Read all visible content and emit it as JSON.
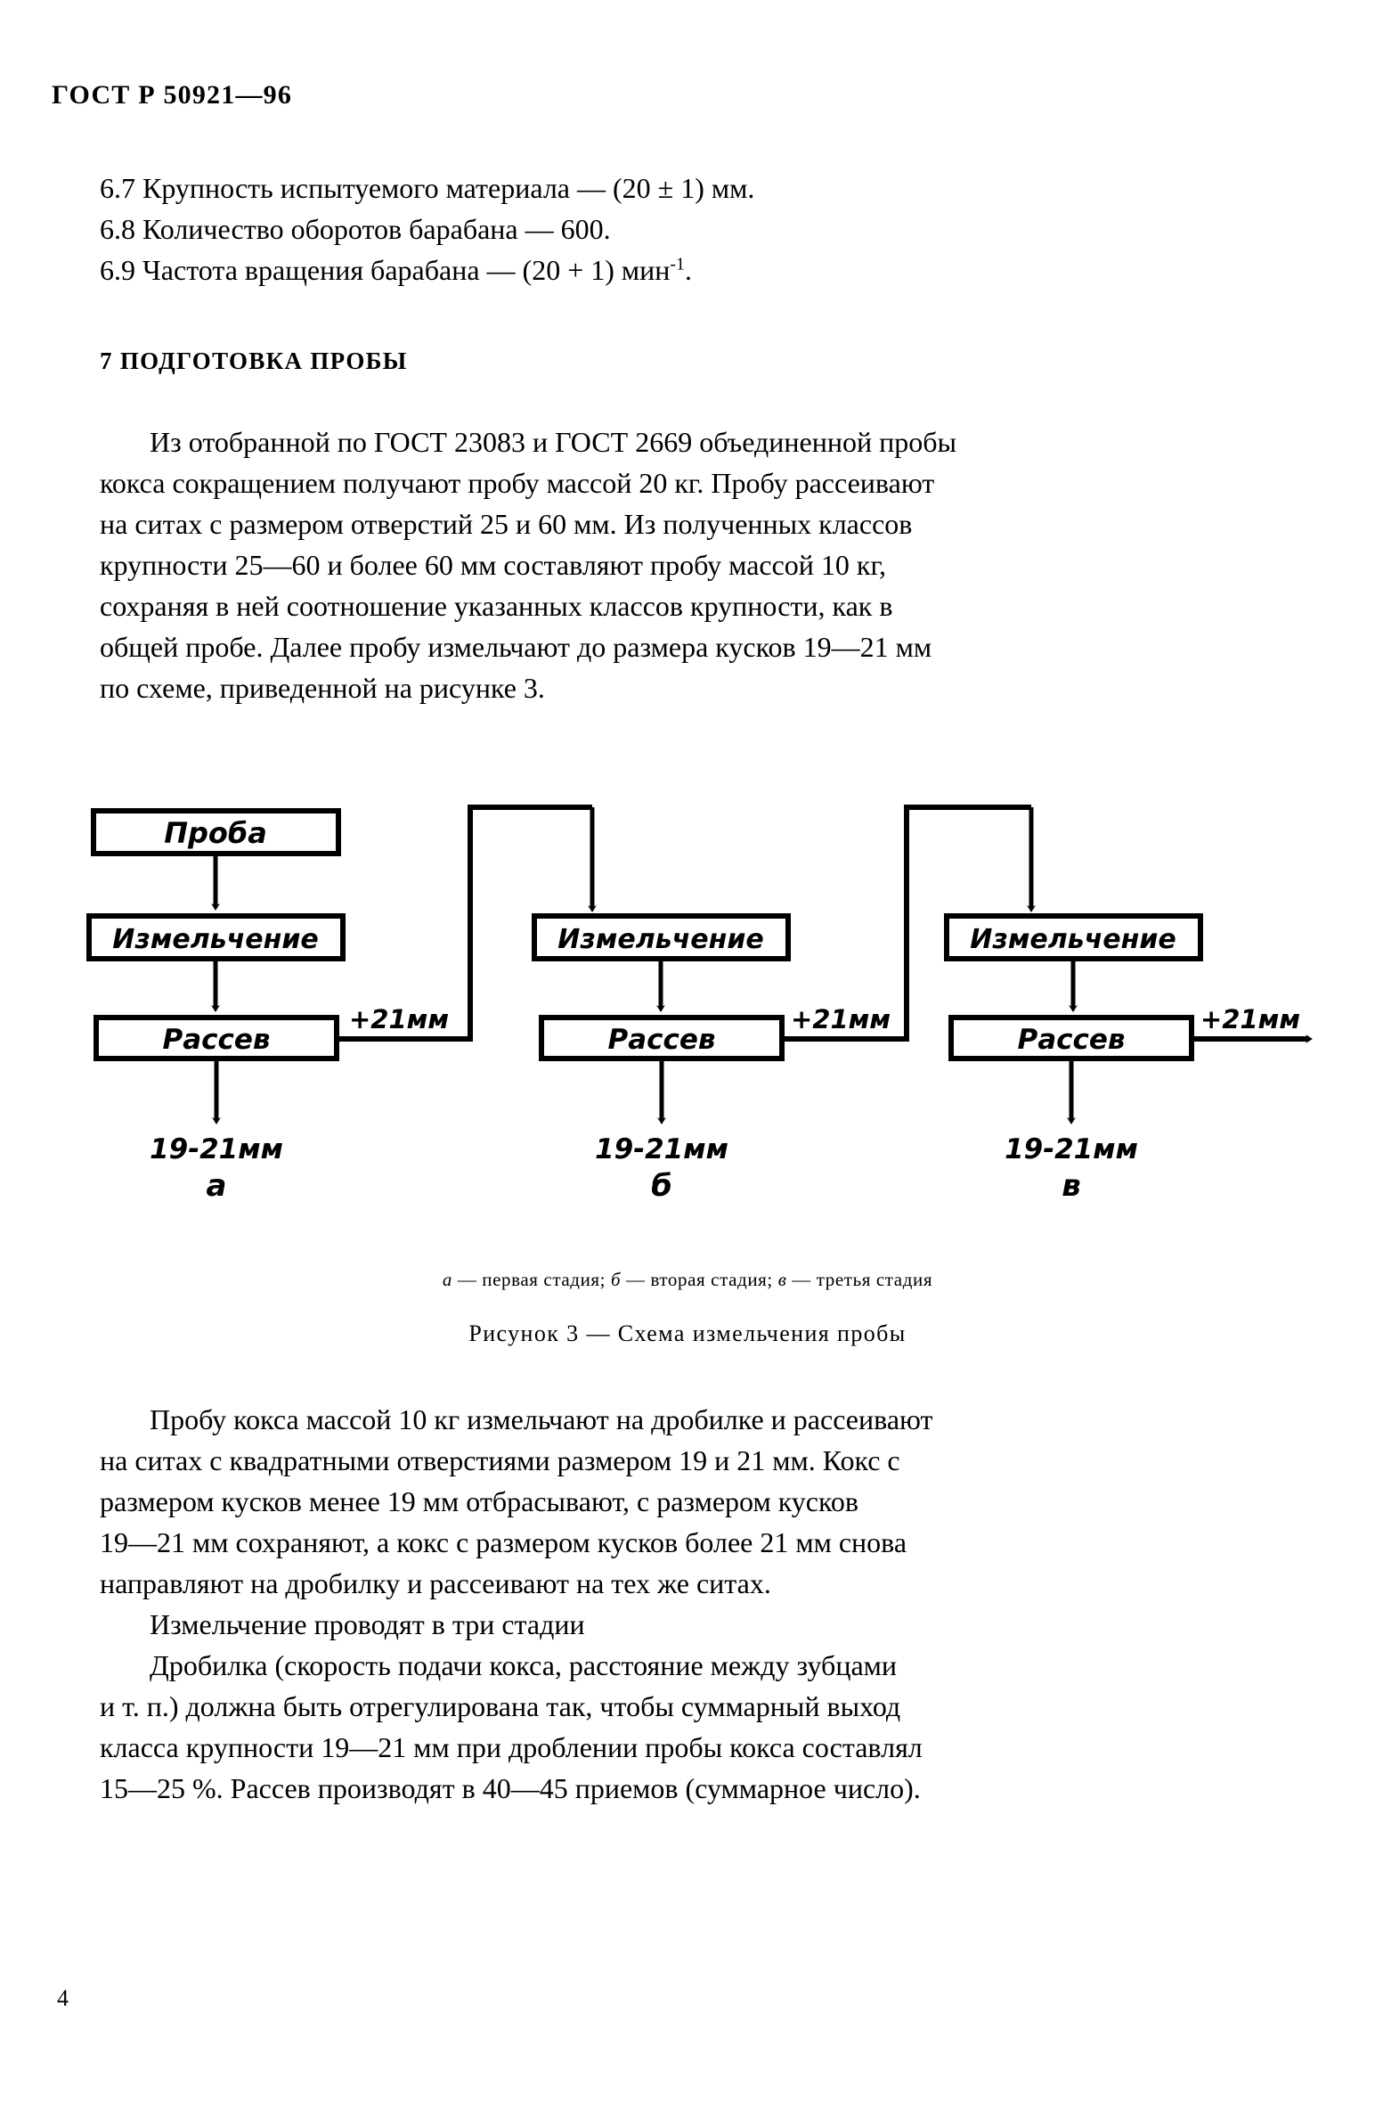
{
  "header": {
    "standard_id": "ГОСТ Р 50921—96"
  },
  "clauses": [
    "6.7 Крупность испытуемого материала — (20 ± 1) мм.",
    "6.8 Количество оборотов барабана — 600.",
    "6.9 Частота вращения барабана — (20 + 1) мин"
  ],
  "clause_superscript": "-1",
  "clause_tail": ".",
  "section": {
    "number_and_title": "7 ПОДГОТОВКА ПРОБЫ"
  },
  "paragraph_7": [
    "Из отобранной по ГОСТ 23083 и ГОСТ 2669 объединенной пробы",
    "кокса сокращением получают пробу массой 20 кг. Пробу рассеивают",
    "на ситах с размером отверстий 25 и 60 мм. Из полученных классов",
    "крупности 25—60 и  более 60 мм составляют пробу массой 10 кг,",
    "сохраняя в ней соотношение указанных классов крупности, как в",
    "общей пробе. Далее пробу измельчают до размера кусков 19—21 мм",
    "по схеме, приведенной на рисунке 3."
  ],
  "figure": {
    "stages": [
      {
        "id": "a",
        "has_source_box": true,
        "source_label": "Проба",
        "crush_label": "Измельчение",
        "screen_label": "Рассев",
        "oversize_label": "+21мм",
        "product_label": "19-21мм",
        "stage_letter": "а"
      },
      {
        "id": "b",
        "has_source_box": false,
        "source_label": "",
        "crush_label": "Измельчение",
        "screen_label": "Рассев",
        "oversize_label": "+21мм",
        "product_label": "19-21мм",
        "stage_letter": "б"
      },
      {
        "id": "v",
        "has_source_box": false,
        "source_label": "",
        "crush_label": "Измельчение",
        "screen_label": "Рассев",
        "oversize_label": "+21мм",
        "product_label": "19-21мм",
        "stage_letter": "в"
      }
    ],
    "legend_parts": {
      "a_letter": "а",
      "a_text": " — первая стадия; ",
      "b_letter": "б",
      "b_text": " — вторая стадия; ",
      "v_letter": "в",
      "v_text": " — третья стадия"
    },
    "caption": "Рисунок 3 — Схема измельчения пробы"
  },
  "paragraph_tail": [
    "Пробу кокса массой 10 кг измельчают на дробилке и рассеивают",
    "на ситах с квадратными отверстиями размером 19 и 21 мм. Кокс с",
    "размером кусков менее 19 мм отбрасывают,  с  размером  кусков",
    "19—21 мм сохраняют,  а кокс с размером кусков более 21 мм снова",
    "направляют на дробилку и рассеивают на тех же ситах.",
    "Измельчение проводят в три стадии",
    "Дробилка (скорость подачи  кокса, расстояние между зубцами",
    "и т. п.) должна быть отрегулирована так, чтобы суммарный выход",
    "класса крупности 19—21 мм  при  дроблении пробы кокса составлял",
    "15—25 %. Рассев производят в 40—45 приемов (суммарное число)."
  ],
  "page_number": "4",
  "colors": {
    "ink": "#000000",
    "paper": "#ffffff"
  }
}
